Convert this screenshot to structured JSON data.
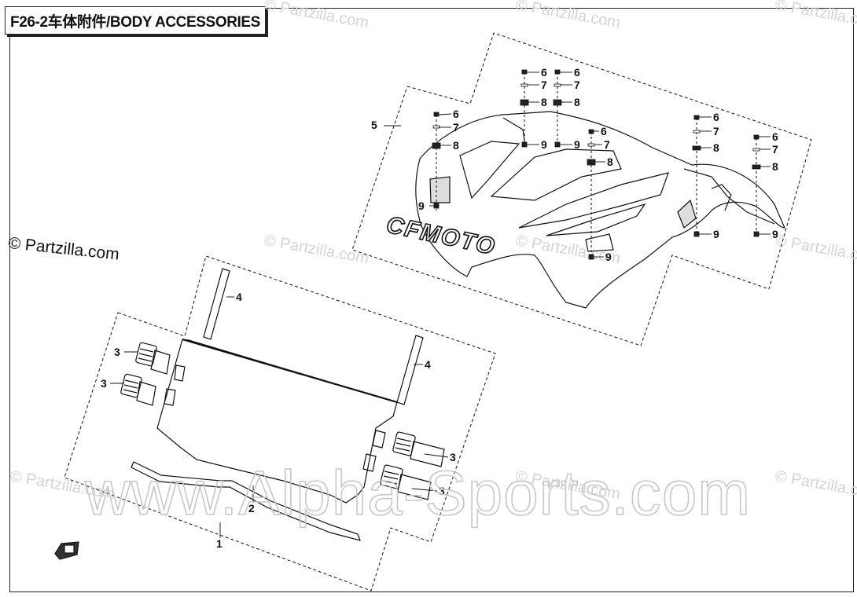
{
  "title": "F26-2车体附件/BODY ACCESSORIES",
  "copyright": "© Partzilla.com",
  "watermarks": {
    "small": "© Partzilla.com",
    "big": "www.Alpha-Sports.com"
  },
  "brand_logo": "CFMOTO",
  "callouts": [
    {
      "id": "c5",
      "label": "5"
    },
    {
      "id": "c6a",
      "label": "6"
    },
    {
      "id": "c7a",
      "label": "7"
    },
    {
      "id": "c8a",
      "label": "8"
    },
    {
      "id": "c9a",
      "label": "9"
    },
    {
      "id": "c6b",
      "label": "6"
    },
    {
      "id": "c7b",
      "label": "7"
    },
    {
      "id": "c8b",
      "label": "8"
    },
    {
      "id": "c9b",
      "label": "9"
    },
    {
      "id": "c6c",
      "label": "6"
    },
    {
      "id": "c7c",
      "label": "7"
    },
    {
      "id": "c8c",
      "label": "8"
    },
    {
      "id": "c9c",
      "label": "9"
    },
    {
      "id": "c6d",
      "label": "6"
    },
    {
      "id": "c7d",
      "label": "7"
    },
    {
      "id": "c8d",
      "label": "8"
    },
    {
      "id": "c9d",
      "label": "9"
    },
    {
      "id": "c6e",
      "label": "6"
    },
    {
      "id": "c7e",
      "label": "7"
    },
    {
      "id": "c8e",
      "label": "8"
    },
    {
      "id": "c9e",
      "label": "9"
    },
    {
      "id": "c6f",
      "label": "6"
    },
    {
      "id": "c7f",
      "label": "7"
    },
    {
      "id": "c8f",
      "label": "8"
    },
    {
      "id": "c9f",
      "label": "9"
    },
    {
      "id": "c4a",
      "label": "4"
    },
    {
      "id": "c4b",
      "label": "4"
    },
    {
      "id": "c3a",
      "label": "3"
    },
    {
      "id": "c3b",
      "label": "3"
    },
    {
      "id": "c3c",
      "label": "3"
    },
    {
      "id": "c3d",
      "label": "3"
    },
    {
      "id": "c2",
      "label": "2"
    },
    {
      "id": "c1",
      "label": "1"
    }
  ]
}
